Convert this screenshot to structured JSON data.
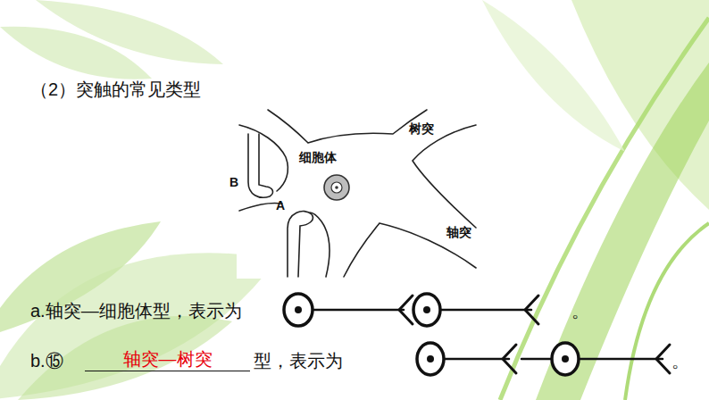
{
  "diagram": {
    "title": "（2）突触的常见类型",
    "labels": [
      "细胞体",
      "树突",
      "B",
      "A",
      "轴突",
      "a.轴突—细胞体型，表示为",
      "。",
      "b.⑮",
      "轴突—树突",
      "型，表示为",
      "。"
    ]
  }
}
